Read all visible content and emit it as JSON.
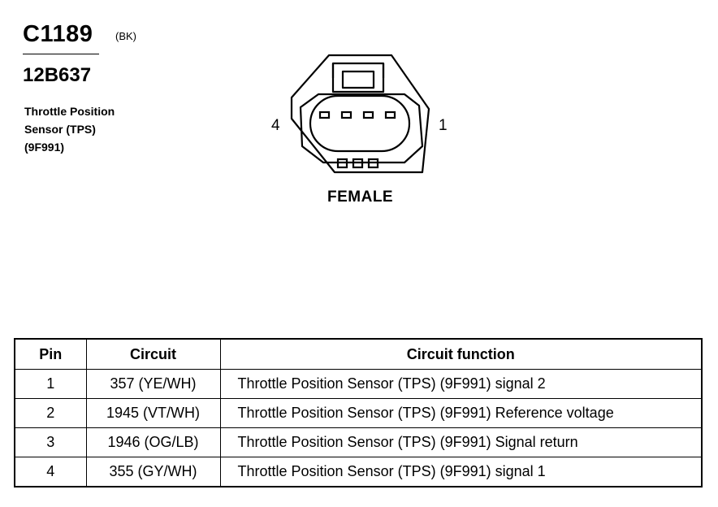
{
  "connector": {
    "id": "C1189",
    "color_code": "(BK)",
    "part_number": "12B637",
    "description_lines": [
      "Throttle Position",
      "Sensor (TPS)",
      "(9F991)"
    ],
    "view": "FEMALE",
    "pin_label_left": "4",
    "pin_label_right": "1"
  },
  "table": {
    "headers": {
      "pin": "Pin",
      "circuit": "Circuit",
      "function": "Circuit function"
    },
    "rows": [
      {
        "pin": "1",
        "circuit": "357 (YE/WH)",
        "function": "Throttle Position Sensor (TPS) (9F991) signal 2"
      },
      {
        "pin": "2",
        "circuit": "1945 (VT/WH)",
        "function": "Throttle Position Sensor (TPS) (9F991) Reference voltage"
      },
      {
        "pin": "3",
        "circuit": "1946 (OG/LB)",
        "function": "Throttle Position Sensor (TPS) (9F991) Signal return"
      },
      {
        "pin": "4",
        "circuit": "355 (GY/WH)",
        "function": "Throttle Position Sensor (TPS) (9F991) signal 1"
      }
    ]
  }
}
